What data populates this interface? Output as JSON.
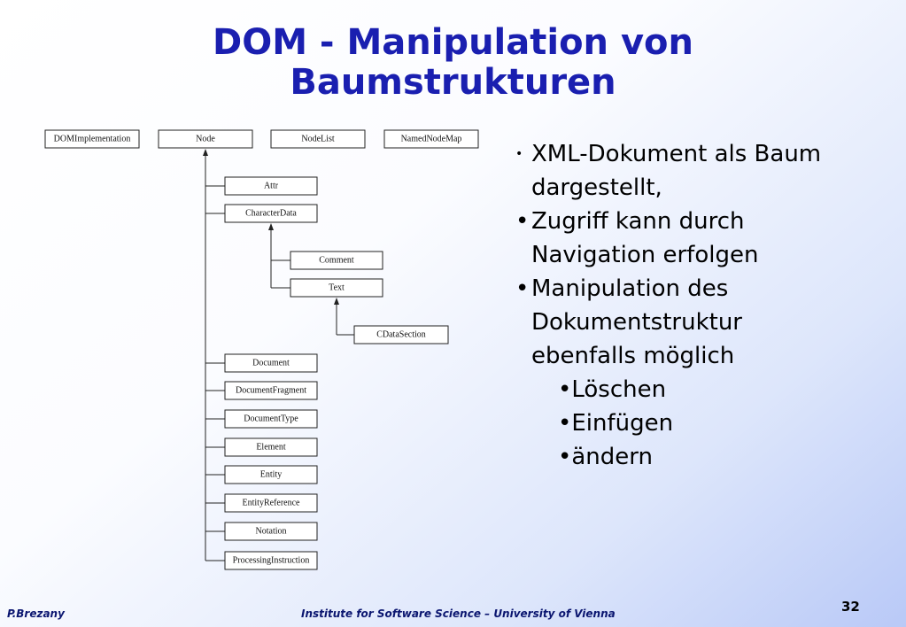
{
  "slide": {
    "title_line1": "DOM - Manipulation von",
    "title_line2": "Baumstrukturen",
    "page_number": "32",
    "footer_left": "P.Brezany",
    "footer_center": "Institute for Software Science – University of Vienna"
  },
  "diagram": {
    "top_row": [
      "DOMImplementation",
      "Node",
      "NodeList",
      "NamedNodeMap"
    ],
    "node_children": [
      "Attr",
      "CharacterData",
      "Document",
      "DocumentFragment",
      "DocumentType",
      "Element",
      "Entity",
      "EntityReference",
      "Notation",
      "ProcessingInstruction"
    ],
    "characterdata_children": [
      "Comment",
      "Text"
    ],
    "text_children": [
      "CDataSection"
    ]
  },
  "bullets": [
    {
      "line1": "XML-Dokument als Baum",
      "line2": "dargestellt,"
    },
    {
      "line1": "Zugriff kann durch",
      "line2": "Navigation erfolgen"
    },
    {
      "line1": "Manipulation des",
      "line2": "Dokumentstruktur",
      "line3": "ebenfalls möglich"
    }
  ],
  "sub_bullets": [
    "Löschen",
    "Einfügen",
    "ändern"
  ],
  "colors": {
    "title": "#1a1fb0",
    "footer": "#0b1670"
  }
}
